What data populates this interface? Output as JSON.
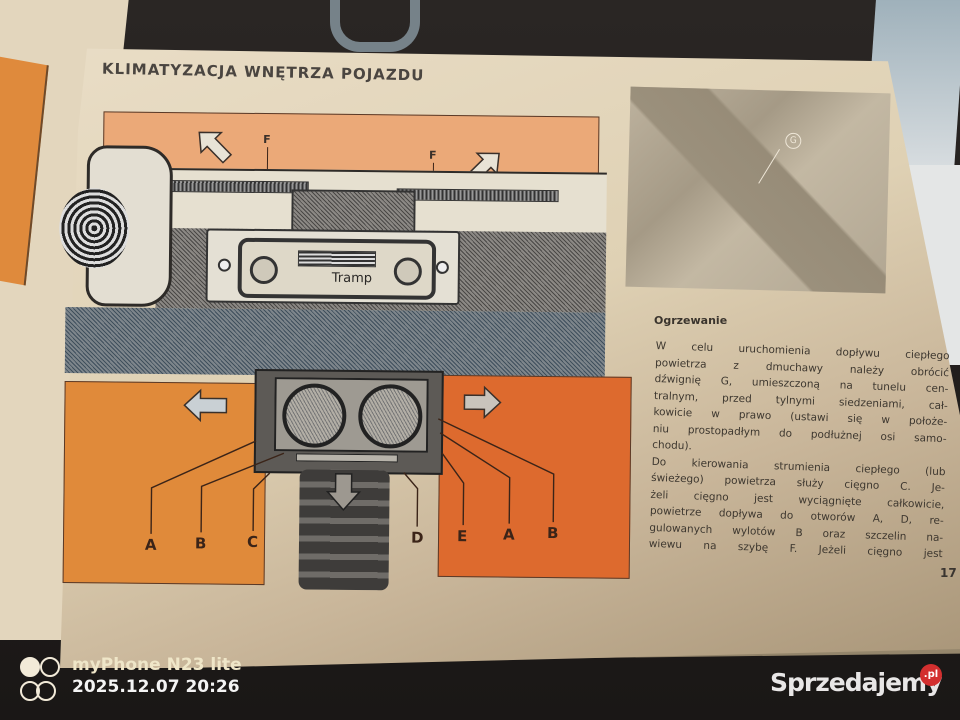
{
  "photo_overlay": {
    "camera_brand": "myPhone N23 lite",
    "timestamp": "2025.12.07 20:26",
    "site_watermark": "Sprzedajemy",
    "site_watermark_suffix": ".pl",
    "site_badge_color": "#d32f2f"
  },
  "manual_page": {
    "title": "KLIMATYZACJA  WNĘTRZA POJAZDU",
    "page_number": "17",
    "diagram": {
      "radio_brand": "Tramp",
      "top_labels": [
        "F",
        "F"
      ],
      "bottom_labels": [
        "A",
        "B",
        "C",
        "D",
        "E",
        "A",
        "B"
      ],
      "colors": {
        "top_band": "#eba978",
        "bottom_left": "#e08a3a",
        "bottom_right": "#dd6a2e"
      }
    },
    "photo": {
      "label": "G"
    },
    "section": {
      "heading": "Ogrzewanie",
      "lines": [
        "W celu uruchomienia dopływu ciepłego",
        "powietrza z dmuchawy należy obrócić",
        "dźwignię G, umieszczoną na tunelu cen-",
        "tralnym, przed tylnymi siedzeniami, cał-",
        "kowicie w prawo (ustawi się w położe-",
        "niu prostopadłym do podłużnej osi samo-",
        "chodu).",
        "Do kierowania strumienia ciepłego (lub",
        "świeżego) powietrza służy cięgno C. Je-",
        "żeli cięgno jest wyciągnięte całkowicie,",
        "powietrze dopływa do otworów A, D, re-",
        "gulowanych wylotów B oraz szczelin na-",
        "wiewu na szybę F. Jeżeli cięgno jest"
      ]
    }
  }
}
